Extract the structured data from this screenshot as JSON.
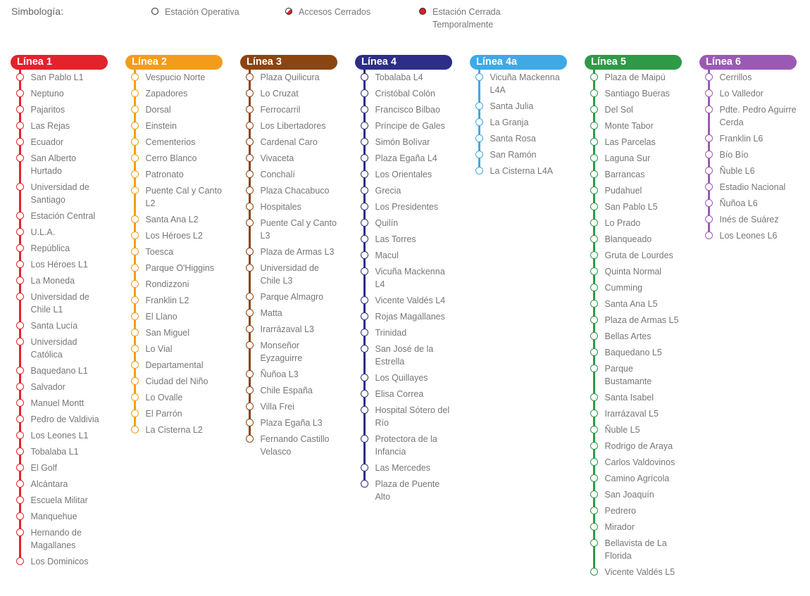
{
  "legend": {
    "title": "Simbología:",
    "items": [
      {
        "label": "Estación Operativa",
        "icon": "station-open-icon"
      },
      {
        "label": "Accesos Cerrados",
        "icon": "station-access-closed-icon"
      },
      {
        "label": "Estación Cerrada Temporalmente",
        "icon": "station-closed-icon"
      }
    ]
  },
  "lines": [
    {
      "name": "Línea 1",
      "color": "#e3232c",
      "stations": [
        "San Pablo L1",
        "Neptuno",
        "Pajaritos",
        "Las Rejas",
        "Ecuador",
        "San Alberto Hurtado",
        "Universidad de Santiago",
        "Estación Central",
        "U.L.A.",
        "República",
        "Los Héroes L1",
        "La Moneda",
        "Universidad de Chile L1",
        "Santa Lucía",
        "Universidad Católica",
        "Baquedano L1",
        "Salvador",
        "Manuel Montt",
        "Pedro de Valdivia",
        "Los Leones L1",
        "Tobalaba L1",
        "El Golf",
        "Alcántara",
        "Escuela Militar",
        "Manquehue",
        "Hernando de Magallanes",
        "Los Dominicos"
      ]
    },
    {
      "name": "Línea 2",
      "color": "#f39c1c",
      "stations": [
        "Vespucio Norte",
        "Zapadores",
        "Dorsal",
        "Einstein",
        "Cementerios",
        "Cerro Blanco",
        "Patronato",
        "Puente Cal y Canto L2",
        "Santa Ana L2",
        "Los Héroes L2",
        "Toesca",
        "Parque O'Higgins",
        "Rondizzoni",
        "Franklin L2",
        "El Llano",
        "San Miguel",
        "Lo Vial",
        "Departamental",
        "Ciudad del Niño",
        "Lo Ovalle",
        "El Parrón",
        "La Cisterna L2"
      ]
    },
    {
      "name": "Línea 3",
      "color": "#8b4511",
      "stations": [
        "Plaza Quilicura",
        "Lo Cruzat",
        "Ferrocarril",
        "Los Libertadores",
        "Cardenal Caro",
        "Vivaceta",
        "Conchalí",
        "Plaza Chacabuco",
        "Hospitales",
        "Puente Cal y Canto L3",
        "Plaza de Armas L3",
        "Universidad de Chile L3",
        "Parque Almagro",
        "Matta",
        "Irarrázaval L3",
        "Monseñor Eyzaguirre",
        "Ñuñoa L3",
        "Chile España",
        "Villa Frei",
        "Plaza Egaña L3",
        "Fernando Castillo Velasco"
      ]
    },
    {
      "name": "Línea 4",
      "color": "#2d2e87",
      "stations": [
        "Tobalaba L4",
        "Cristóbal Colón",
        "Francisco Bilbao",
        "Príncipe de Gales",
        "Simón Bolívar",
        "Plaza Egaña L4",
        "Los Orientales",
        "Grecia",
        "Los Presidentes",
        "Quilín",
        "Las Torres",
        "Macul",
        "Vicuña Mackenna L4",
        "Vicente Valdés L4",
        "Rojas Magallanes",
        "Trinidad",
        "San José de la Estrella",
        "Los Quillayes",
        "Elisa Correa",
        "Hospital Sótero del Río",
        "Protectora de la Infancia",
        "Las Mercedes",
        "Plaza de Puente Alto"
      ]
    },
    {
      "name": "Línea 4a",
      "color": "#3fa9e6",
      "stations": [
        "Vicuña Mackenna L4A",
        "Santa Julia",
        "La Granja",
        "Santa Rosa",
        "San Ramón",
        "La Cisterna L4A"
      ]
    },
    {
      "name": "Línea 5",
      "color": "#2e9a48",
      "stations": [
        "Plaza de Maipú",
        "Santiago Bueras",
        "Del Sol",
        "Monte Tabor",
        "Las Parcelas",
        "Laguna Sur",
        "Barrancas",
        "Pudahuel",
        "San Pablo L5",
        "Lo Prado",
        "Blanqueado",
        "Gruta de Lourdes",
        "Quinta Normal",
        "Cumming",
        "Santa Ana L5",
        "Plaza de Armas L5",
        "Bellas Artes",
        "Baquedano L5",
        "Parque Bustamante",
        "Santa Isabel",
        "Irarrázaval L5",
        "Ñuble L5",
        "Rodrigo de Araya",
        "Carlos Valdovinos",
        "Camino Agrícola",
        "San Joaquín",
        "Pedrero",
        "Mirador",
        "Bellavista de La Florida",
        "Vicente Valdés L5"
      ]
    },
    {
      "name": "Línea 6",
      "color": "#9b59b6",
      "stations": [
        "Cerrillos",
        "Lo Valledor",
        "Pdte. Pedro Aguirre Cerda",
        "Franklin L6",
        "Bío Bío",
        "Ñuble L6",
        "Estadio Nacional",
        "Ñuñoa L6",
        "Inés de Suárez",
        "Los Leones L6"
      ]
    }
  ]
}
